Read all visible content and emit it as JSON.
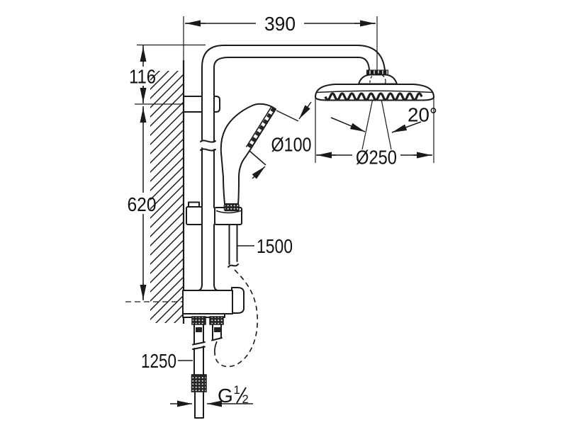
{
  "page": {
    "background": "#ffffff",
    "line_color": "#1a1a1a"
  },
  "diagram": {
    "type": "technical dimension drawing",
    "subject": "wall-mounted shower system with head shower, hand shower and diverter valve",
    "labels": {
      "arm_width": "390",
      "head_drop": "116",
      "rail_span": "620",
      "hose_length": "1500",
      "inlet_height": "1250",
      "hand_shower_diameter": "Ø100",
      "head_shower_diameter": "Ø250",
      "spray_angle": "20°",
      "thread_letter": "G",
      "thread_numerator": "1",
      "thread_denominator": "2"
    }
  }
}
